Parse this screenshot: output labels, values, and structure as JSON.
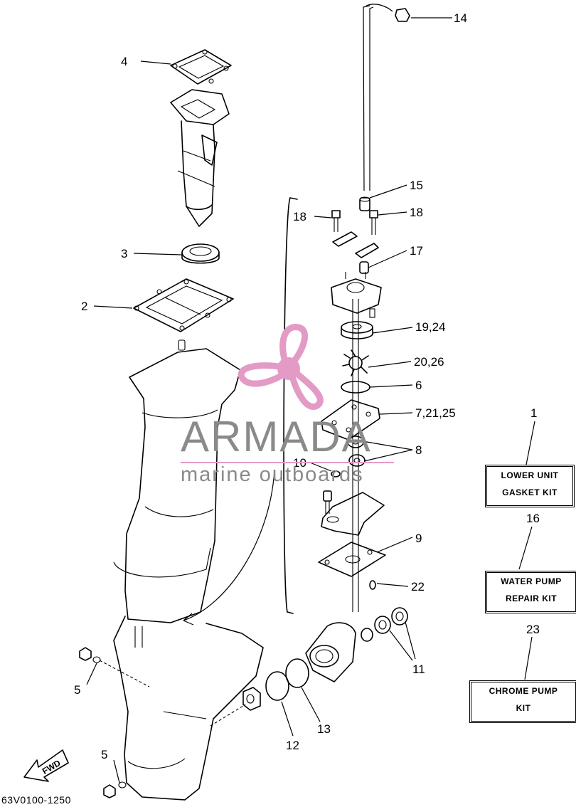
{
  "callouts": {
    "c1": "1",
    "c2": "2",
    "c3": "3",
    "c4": "4",
    "c5a": "5",
    "c5b": "5",
    "c6": "6",
    "c7": "7,21,25",
    "c8": "8",
    "c9": "9",
    "c10": "10",
    "c11": "11",
    "c12": "12",
    "c13": "13",
    "c14": "14",
    "c15": "15",
    "c16": "16",
    "c17": "17",
    "c18a": "18",
    "c18b": "18",
    "c19": "19,24",
    "c20": "20,26",
    "c22": "22",
    "c23": "23"
  },
  "kits": {
    "lower_unit": {
      "line1": "LOWER UNIT",
      "line2": "GASKET KIT"
    },
    "water_pump": {
      "line1": "WATER PUMP",
      "line2": "REPAIR KIT"
    },
    "chrome_pump": {
      "line1": "CHROME PUMP",
      "line2": "KIT"
    }
  },
  "fwd_label": "FWD",
  "diagram_ref": "63V0100-1250",
  "watermark": {
    "name": "ARMADA",
    "tagline": "marine outboards"
  },
  "colors": {
    "line": "#000000",
    "watermark_text": "#8a8a8a",
    "watermark_logo": "#e39bc6"
  },
  "icons": {
    "fwd": "forward-arrow-icon",
    "logo": "propeller-logo-icon"
  }
}
